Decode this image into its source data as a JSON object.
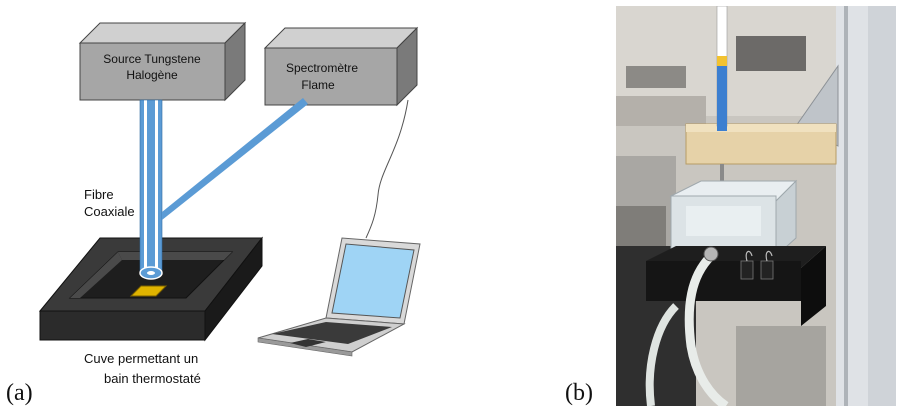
{
  "figure": {
    "panel_a": {
      "label": "(a)",
      "source_line1": "Source Tungstene",
      "source_line2": "Halogène",
      "spectro_line1": "Spectromètre",
      "spectro_line2": "Flame",
      "fibre_line1": "Fibre",
      "fibre_line2": "Coaxiale",
      "cuve_line1": "Cuve permettant un",
      "cuve_line2": "bain thermostaté"
    },
    "panel_b": {
      "label": "(b)"
    },
    "colors": {
      "box_face": "#a6a6a6",
      "box_top": "#d0d0d0",
      "box_side": "#7a7a7a",
      "fibre": "#5b9bd5",
      "cuve": "#333333",
      "sample": "#e0b400",
      "screen": "#9fd4f5"
    }
  }
}
